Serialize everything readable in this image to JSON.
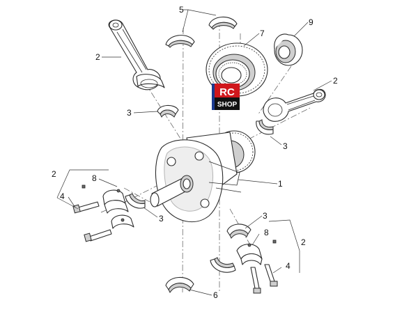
{
  "callouts": {
    "c1": "1",
    "c2a": "2",
    "c2b": "2",
    "c2c": "2",
    "c2d": "2",
    "c3a": "3",
    "c3b": "3",
    "c3c": "3",
    "c3d": "3",
    "c4a": "4",
    "c4b": "4",
    "c5": "5",
    "c6": "6",
    "c7": "7",
    "c8a": "8",
    "c8b": "8",
    "c9": "9"
  },
  "logo": {
    "line1": "RC",
    "line2": "SHOP",
    "colors": {
      "rc": "#d0171c",
      "shop": "#111111",
      "flag": "#1b3a8f"
    }
  },
  "colors": {
    "line": "#2a2a2a",
    "background": "#ffffff"
  }
}
